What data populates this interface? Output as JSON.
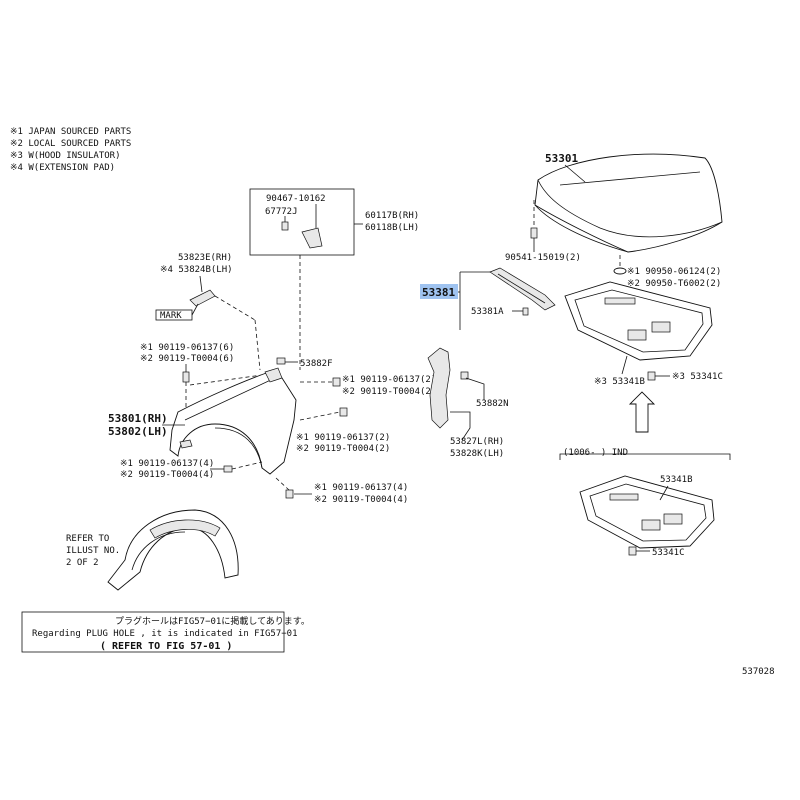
{
  "notes": [
    "※1 JAPAN SOURCED PARTS",
    "※2 LOCAL SOURCED PARTS",
    "※3 W(HOOD INSULATOR)",
    "※4 W(EXTENSION PAD)"
  ],
  "labels": {
    "hood": "53301",
    "hood_clip": "90541-15019(2)",
    "hood_note1": "※1 90950-06124(2)",
    "hood_note2": "※2 90950-T6002(2)",
    "selected_part": "53381",
    "seal_clip": "53381A",
    "insulator": "※3 53341B",
    "insulator_clip": "※3 53341C",
    "bracket_top": "90467-10162",
    "bracket_clip": "67772J",
    "bracket_rh": "60117B(RH)",
    "bracket_lh": "60118B(LH)",
    "ext_rh": "53823E(RH)",
    "ext_lh": "※4 53824B(LH)",
    "mark": "MARK",
    "bolt_a1": "※1 90119-06137(6)",
    "bolt_a2": "※2 90119-T0004(6)",
    "seal_f": "53882F",
    "bolt_b1": "※1 90119-06137(2)",
    "bolt_b2": "※2 90119-T0004(2)",
    "fender_rh": "53801(RH)",
    "fender_lh": "53802(LH)",
    "bolt_c1": "※1 90119-06137(2)",
    "bolt_c2": "※2 90119-T0004(2)",
    "bolt_d1": "※1 90119-06137(4)",
    "bolt_d2": "※2 90119-T0004(4)",
    "bolt_e1": "※1 90119-06137(4)",
    "bolt_e2": "※2 90119-T0004(4)",
    "seal_n": "53882N",
    "seal_rh": "53827L(RH)",
    "seal_lh": "53828K(LH)",
    "range": "(1006-    ) IND",
    "alt_insulator": "53341B",
    "alt_clip": "53341C",
    "refer_1": "REFER TO",
    "refer_2": "ILLUST NO.",
    "refer_3": "2 OF 2",
    "fig_number": "537028"
  },
  "info_box": {
    "line1": "プラグホールはFIG57−01に掲載してあります。",
    "line2": "Regarding PLUG HOLE , it is indicated in FIG57−01",
    "line3": "(  REFER TO FIG 57-01  )"
  }
}
